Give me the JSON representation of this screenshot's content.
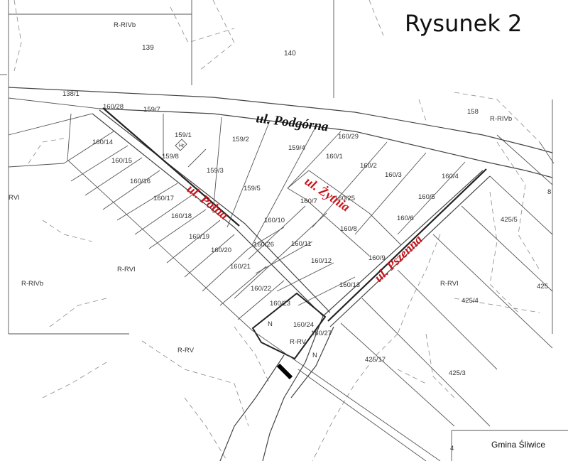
{
  "title": "Rysunek 2",
  "footer": "Gmina Śliwice",
  "streets": {
    "podgorna": "ul. Podgórna",
    "polna": "ul. Polna",
    "zytnia": "ul. Żytnia",
    "pszenna": "ul. Pszenna"
  },
  "parcels": {
    "p139": "139",
    "p140": "140",
    "p138_1": "138/1",
    "p158": "158",
    "p160_28": "160/28",
    "p159_7": "159/7",
    "p159_1": "159/1",
    "p159_8": "159/8",
    "p159_2": "159/2",
    "p159_4": "159/4",
    "p159_3": "159/3",
    "p159_5": "159/5",
    "p160_29": "160/29",
    "p160_1": "160/1",
    "p160_2": "160/2",
    "p160_3": "160/3",
    "p160_4": "160/4",
    "p160_5": "160/5",
    "p160_6": "160/6",
    "p160_7": "160/7",
    "p160_8": "160/8",
    "p160_9": "160/9",
    "p160_10": "160/10",
    "p160_11": "160/11",
    "p160_12": "160/12",
    "p160_13": "160/13",
    "p160_14": "160/14",
    "p160_15": "160/15",
    "p160_16": "160/16",
    "p160_17": "160/17",
    "p160_18": "160/18",
    "p160_19": "160/19",
    "p160_20": "160/20",
    "p160_21": "160/21",
    "p160_22": "160/22",
    "p160_23": "160/23",
    "p160_24": "160/24",
    "p160_25": "160/25",
    "p160_26": "160/26",
    "p160_27": "160/27",
    "p425_5": "425/5",
    "p425_4": "425/4",
    "p425_3": "425/3",
    "p425_17": "425/17",
    "p425": "425",
    "p4": "4",
    "p8": "8",
    "hr": "Hr"
  },
  "land_classes": {
    "rrivb_top": "R-RIVb",
    "rrivb_right": "R-RIVb",
    "rrivb_left": "R-RIVb",
    "rvi_left": "RVI",
    "rrvi_mid": "R-RVI",
    "rrvi_right": "R-RVI",
    "rrv_bottom": "R-RV",
    "rrv_road": "R-RV",
    "n1": "N",
    "n2": "N"
  }
}
